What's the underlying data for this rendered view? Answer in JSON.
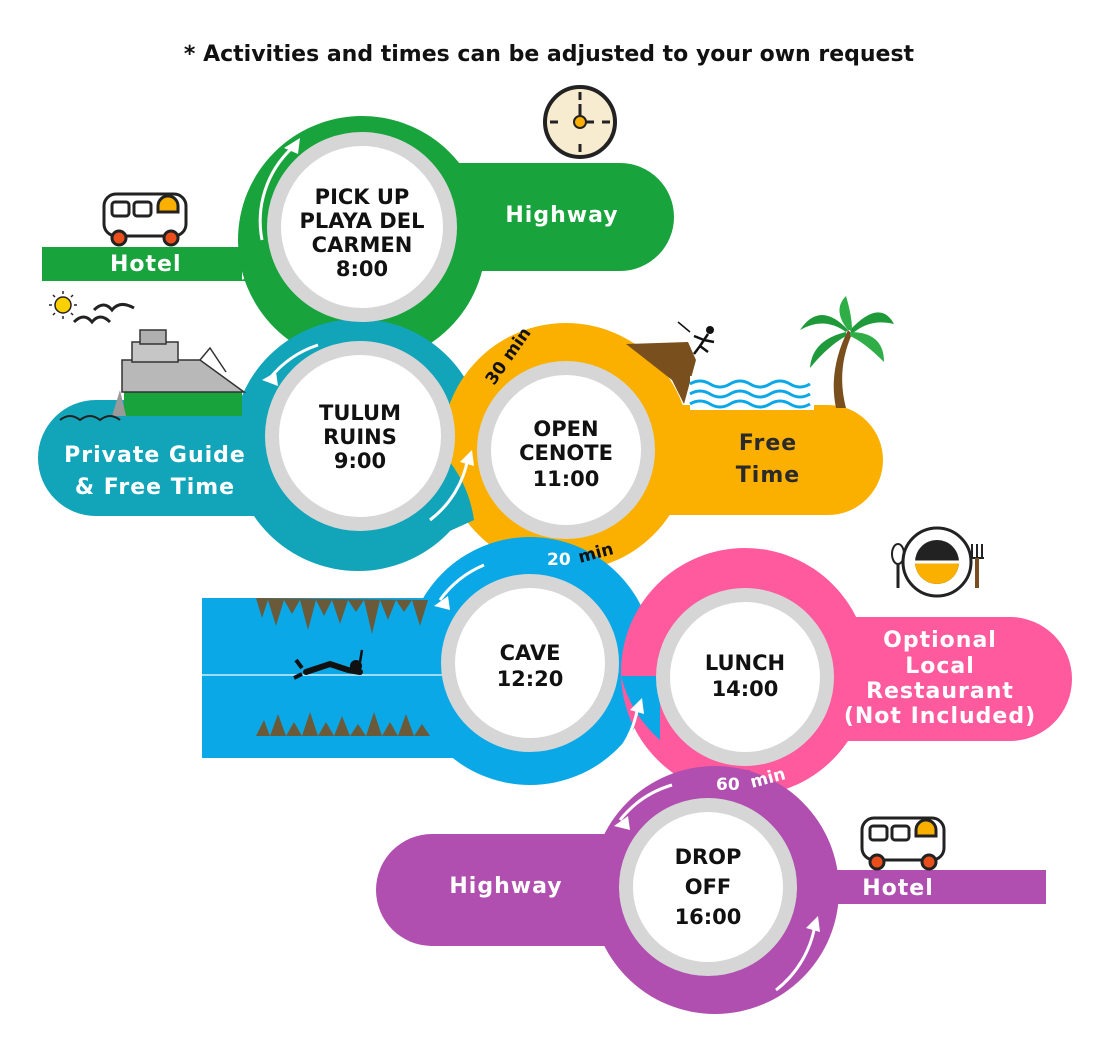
{
  "note": "* Activities and times can be adjusted to your own request",
  "colors": {
    "green": "#18a33c",
    "teal": "#12a4b9",
    "orange": "#fbb000",
    "sky": "#0aa8e6",
    "pink": "#ff5a9e",
    "purple": "#b04fb0",
    "ring": "#d6d6d6"
  },
  "stops": [
    {
      "name": "pick-up",
      "lines": [
        "PICK UP",
        "PLAYA DEL",
        "CARMEN",
        "8:00"
      ]
    },
    {
      "name": "tulum-ruins",
      "lines": [
        "TULUM",
        "RUINS",
        "9:00"
      ]
    },
    {
      "name": "open-cenote",
      "lines": [
        "OPEN",
        "CENOTE",
        "11:00"
      ]
    },
    {
      "name": "cave",
      "lines": [
        "CAVE",
        "12:20"
      ]
    },
    {
      "name": "lunch",
      "lines": [
        "LUNCH",
        "14:00"
      ]
    },
    {
      "name": "drop-off",
      "lines": [
        "DROP",
        "OFF",
        "16:00"
      ]
    }
  ],
  "labels": {
    "hotel_start": "Hotel",
    "highway_1": "Highway",
    "guide": [
      "Private Guide",
      "& Free Time"
    ],
    "free_time": [
      "Free",
      "Time"
    ],
    "restaurant": [
      "Optional",
      "Local",
      "Restaurant",
      "(Not Included)"
    ],
    "highway_2": "Highway",
    "hotel_end": "Hotel"
  },
  "durations": {
    "d1": {
      "num": "30",
      "unit": "min"
    },
    "d2": {
      "num": "20",
      "unit": "min"
    },
    "d3": {
      "num": "60",
      "unit": "min"
    }
  },
  "icons": [
    "bus-icon",
    "clock-icon",
    "sun-icon",
    "birds-icon",
    "pyramid-icon",
    "cliff-diver-icon",
    "palm-tree-icon",
    "snorkeler-icon",
    "plate-cutlery-icon",
    "bus-icon"
  ]
}
